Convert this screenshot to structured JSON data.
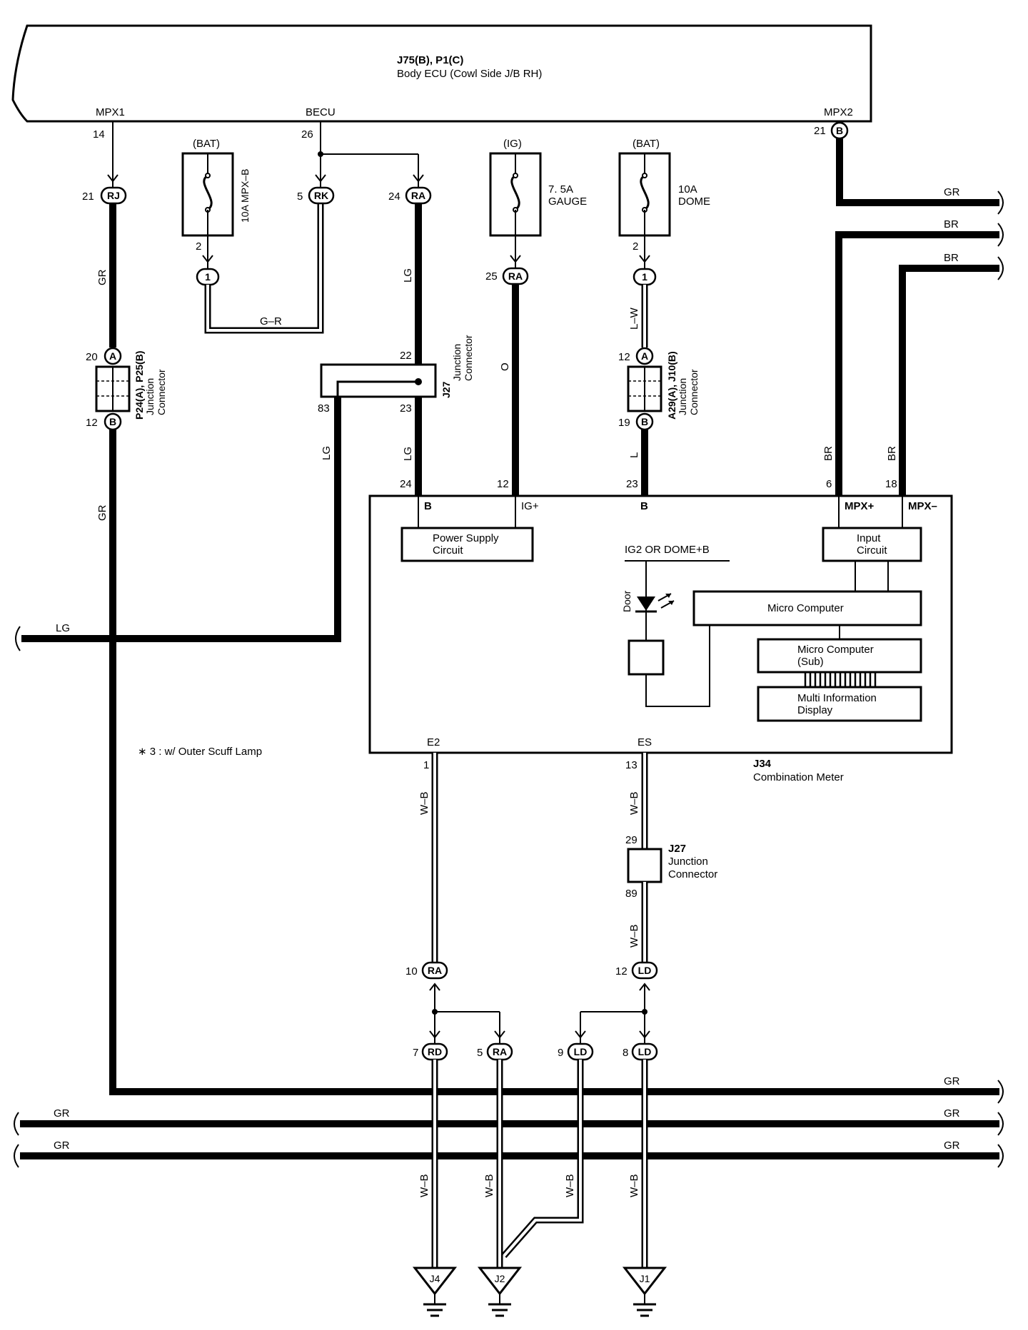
{
  "body_ecu": {
    "connectors": "J75(B), P1(C)",
    "name": "Body ECU (Cowl Side J/B RH)",
    "terminals": {
      "mpx1": "MPX1",
      "becu": "BECU",
      "mpx2": "MPX2"
    }
  },
  "fuses": {
    "mpx_b": {
      "source": "(BAT)",
      "label": "10A MPX–B"
    },
    "gauge": {
      "source": "(IG)",
      "label_1": "7. 5A",
      "label_2": "GAUGE"
    },
    "dome": {
      "source": "(BAT)",
      "label_1": "10A",
      "label_2": "DOME"
    }
  },
  "pins": {
    "p14": "14",
    "p26": "26",
    "p21": "21",
    "p21b": "21",
    "p2a": "2",
    "p5": "5",
    "p24": "24",
    "p25": "25",
    "p2b": "2",
    "p20": "20",
    "p12a": "12",
    "p12b": "12",
    "p22": "22",
    "p83": "83",
    "p23": "23",
    "p19": "19",
    "m24": "24",
    "m12": "12",
    "m23": "23",
    "m6": "6",
    "m18": "18",
    "e1": "1",
    "e13": "13",
    "j29": "29",
    "j89": "89",
    "r10": "10",
    "r12": "12",
    "r7": "7",
    "r5": "5",
    "r9": "9",
    "r8": "8"
  },
  "connector_codes": {
    "rj": "RJ",
    "rk": "RK",
    "ra1": "RA",
    "ra2": "RA",
    "ra3": "RA",
    "ra4": "RA",
    "rd": "RD",
    "ld1": "LD",
    "ld2": "LD",
    "ld3": "LD",
    "one1": "1",
    "one2": "1",
    "a1": "A",
    "b1": "B",
    "a2": "A",
    "b2": "B",
    "b3": "B"
  },
  "wire_colors": {
    "gr_mpx1_top": "GR",
    "gr_mpx1_mid": "GR",
    "g_r": "G–R",
    "lg_top": "LG",
    "lg_mid": "LG",
    "lg_83": "LG",
    "lg_left": "LG",
    "o": "O",
    "l_w": "L–W",
    "l": "L",
    "gr_right": "GR",
    "br_right_1": "BR",
    "br_right_2": "BR",
    "br_6": "BR",
    "br_18": "BR",
    "wb_e2": "W–B",
    "wb_es1": "W–B",
    "wb_es2": "W–B",
    "wb_g1": "W–B",
    "wb_g2": "W–B",
    "wb_g3": "W–B",
    "wb_g4": "W–B",
    "gr_b1r": "GR",
    "gr_b2l": "GR",
    "gr_b2r": "GR",
    "gr_b3l": "GR",
    "gr_b3r": "GR"
  },
  "junctions": {
    "p24_p25": {
      "codes": "P24(A), P25(B)",
      "line1": "Junction",
      "line2": "Connector"
    },
    "j27_top": {
      "code": "J27",
      "line1": "Junction",
      "line2": "Connector"
    },
    "a29_j10": {
      "codes": "A29(A), J10(B)",
      "line1": "Junction",
      "line2": "Connector"
    },
    "j27_bottom": {
      "code": "J27",
      "line1": "Junction",
      "line2": "Connector"
    }
  },
  "meter": {
    "code": "J34",
    "name": "Combination Meter",
    "terminals": {
      "b1": "B",
      "ig": "IG+",
      "b2": "B",
      "mpx_plus": "MPX+",
      "mpx_minus": "MPX–",
      "e2": "E2",
      "es": "ES"
    },
    "power_supply": {
      "line1": "Power Supply",
      "line2": "Circuit"
    },
    "input_circuit": {
      "line1": "Input",
      "line2": "Circuit"
    },
    "ig2_label": "IG2 OR DOME+B",
    "door_label": "Door",
    "micro_computer": "Micro Computer",
    "micro_sub": {
      "line1": "Micro Computer",
      "line2": "(Sub)"
    },
    "mid": {
      "line1": "Multi Information",
      "line2": "Display"
    }
  },
  "note": "∗ 3 : w/ Outer Scuff Lamp",
  "grounds": {
    "j4": "J4",
    "j2": "J2",
    "j1": "J1"
  }
}
